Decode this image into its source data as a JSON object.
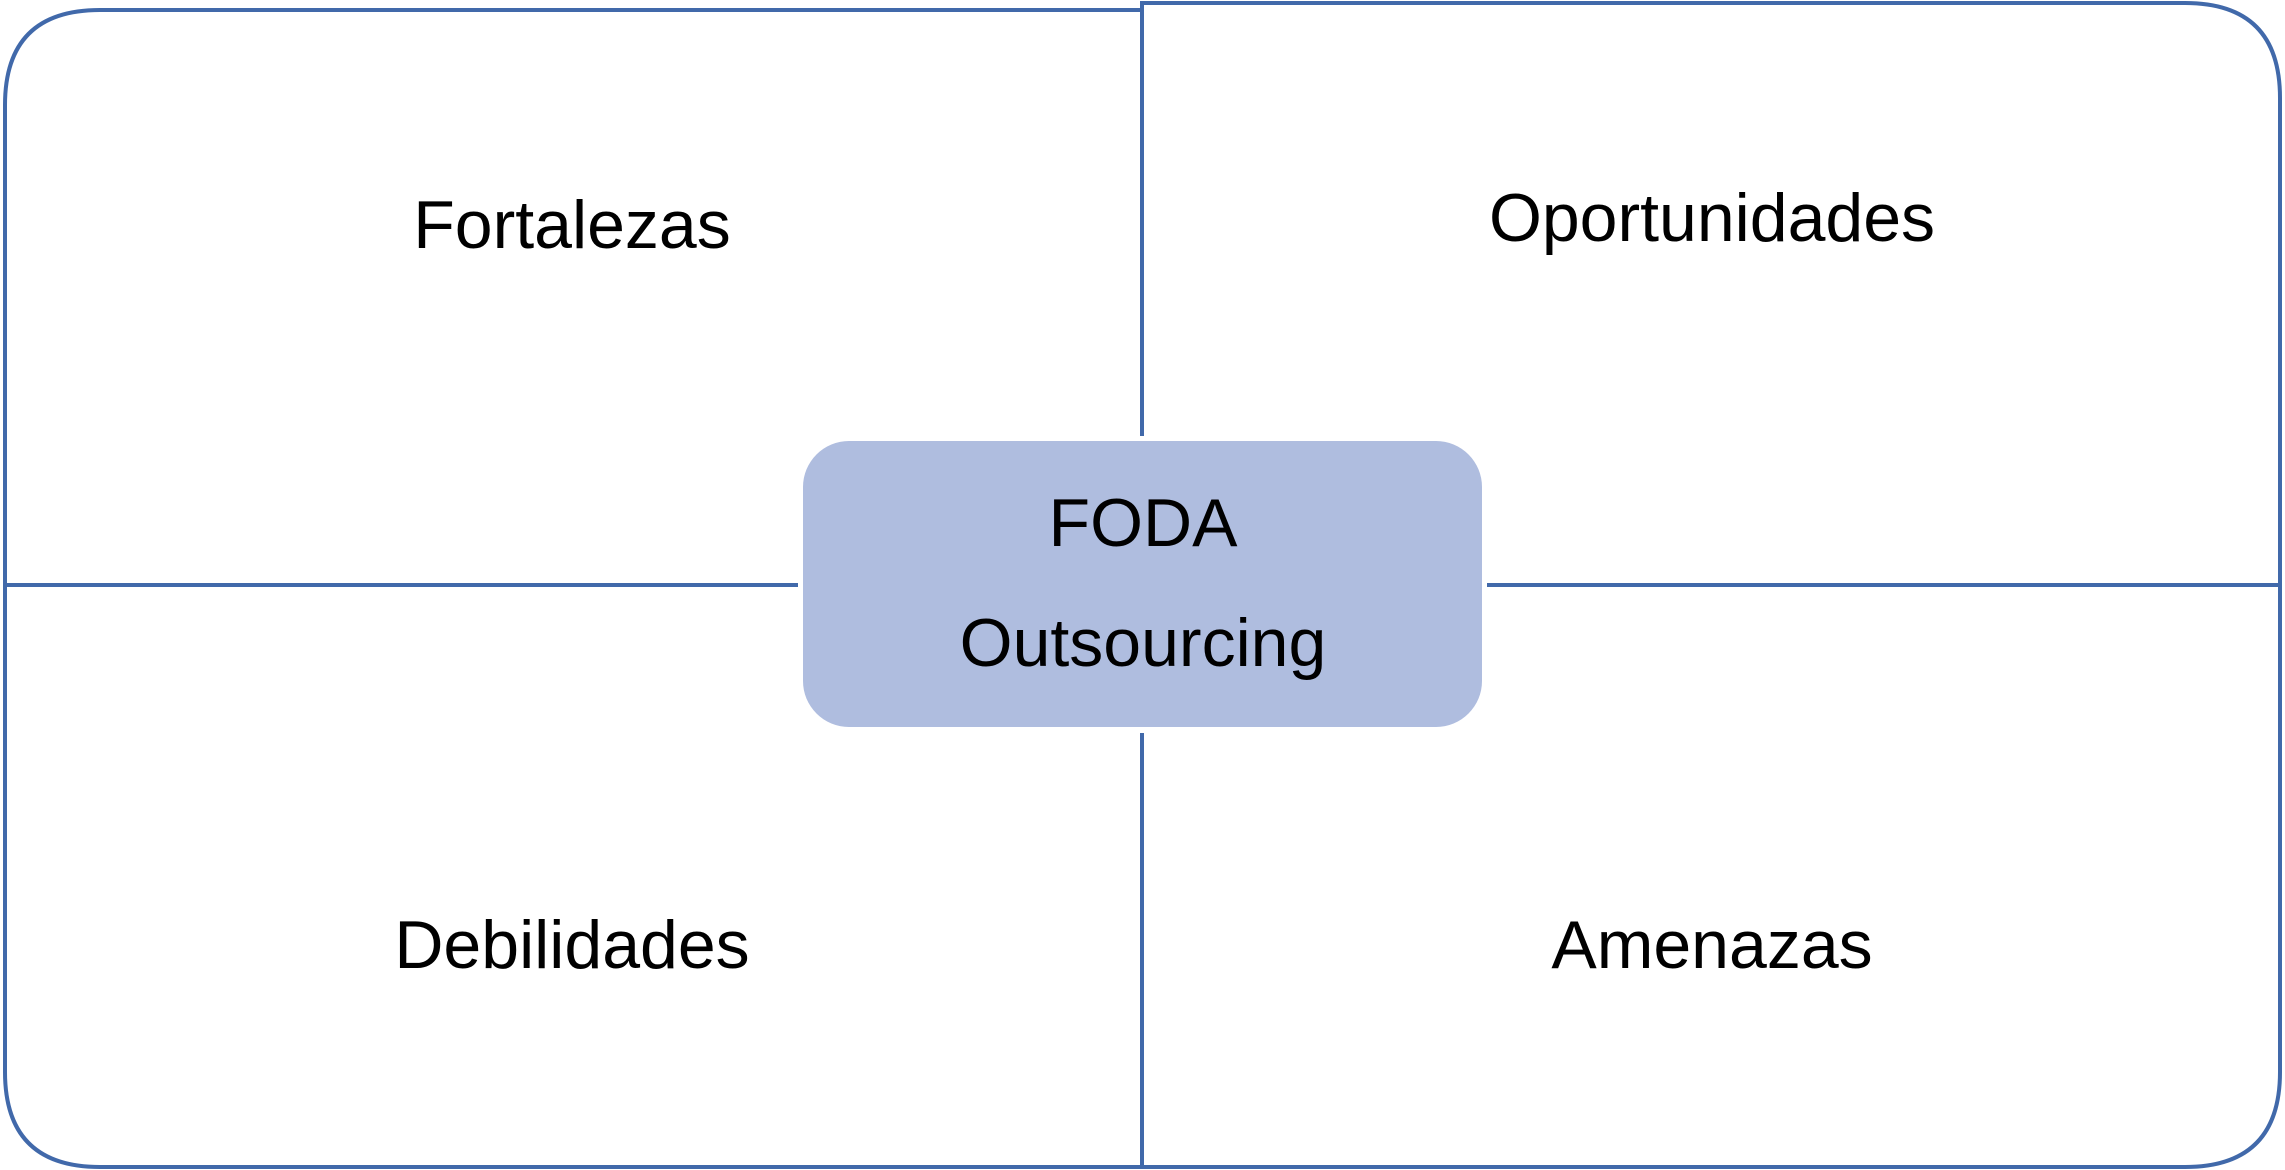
{
  "colors": {
    "frame_stroke": "#4169AA",
    "center_fill": "#AFBDDF",
    "text": "#000000",
    "background": "#FFFFFF"
  },
  "quadrants": {
    "top_left": "Fortalezas",
    "top_right": "Oportunidades",
    "bottom_left": "Debilidades",
    "bottom_right": "Amenazas"
  },
  "center": {
    "line1": "FODA",
    "line2": "Outsourcing"
  }
}
